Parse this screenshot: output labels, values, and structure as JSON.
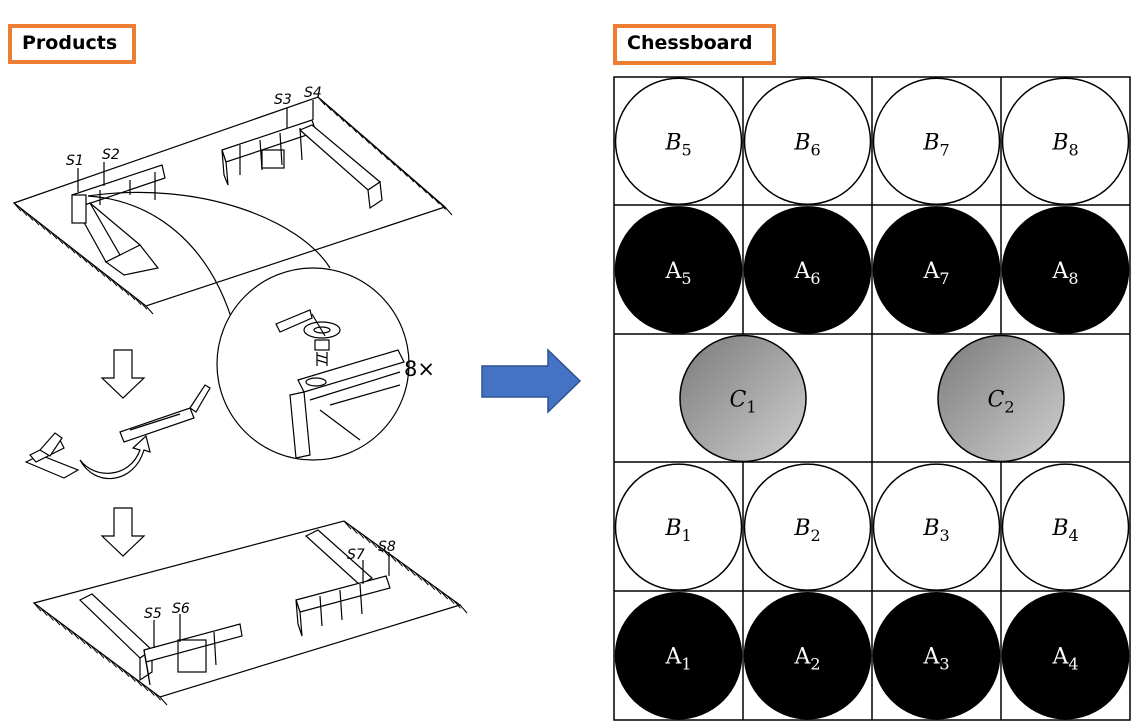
{
  "left_panel": {
    "title": "Products",
    "screw_labels": [
      "S1",
      "S2",
      "S3",
      "S4",
      "S5",
      "S6",
      "S7",
      "S8"
    ],
    "quantity_label": "8×"
  },
  "right_panel": {
    "title": "Chessboard",
    "rows": [
      [
        {
          "letter": "B",
          "sub": "5",
          "fill": "white"
        },
        {
          "letter": "B",
          "sub": "6",
          "fill": "white"
        },
        {
          "letter": "B",
          "sub": "7",
          "fill": "white"
        },
        {
          "letter": "B",
          "sub": "8",
          "fill": "white"
        }
      ],
      [
        {
          "letter": "A",
          "sub": "5",
          "fill": "black"
        },
        {
          "letter": "A",
          "sub": "6",
          "fill": "black"
        },
        {
          "letter": "A",
          "sub": "7",
          "fill": "black"
        },
        {
          "letter": "A",
          "sub": "8",
          "fill": "black"
        }
      ],
      [
        {
          "letter": "C",
          "sub": "1",
          "fill": "gray"
        },
        {
          "letter": "C",
          "sub": "2",
          "fill": "gray"
        }
      ],
      [
        {
          "letter": "B",
          "sub": "1",
          "fill": "white"
        },
        {
          "letter": "B",
          "sub": "2",
          "fill": "white"
        },
        {
          "letter": "B",
          "sub": "3",
          "fill": "white"
        },
        {
          "letter": "B",
          "sub": "4",
          "fill": "white"
        }
      ],
      [
        {
          "letter": "A",
          "sub": "1",
          "fill": "black"
        },
        {
          "letter": "A",
          "sub": "2",
          "fill": "black"
        },
        {
          "letter": "A",
          "sub": "3",
          "fill": "black"
        },
        {
          "letter": "A",
          "sub": "4",
          "fill": "black"
        }
      ]
    ]
  },
  "colors": {
    "label_border": "#ed7d31",
    "arrow_fill": "#4472c4",
    "arrow_stroke": "#2f528f"
  }
}
